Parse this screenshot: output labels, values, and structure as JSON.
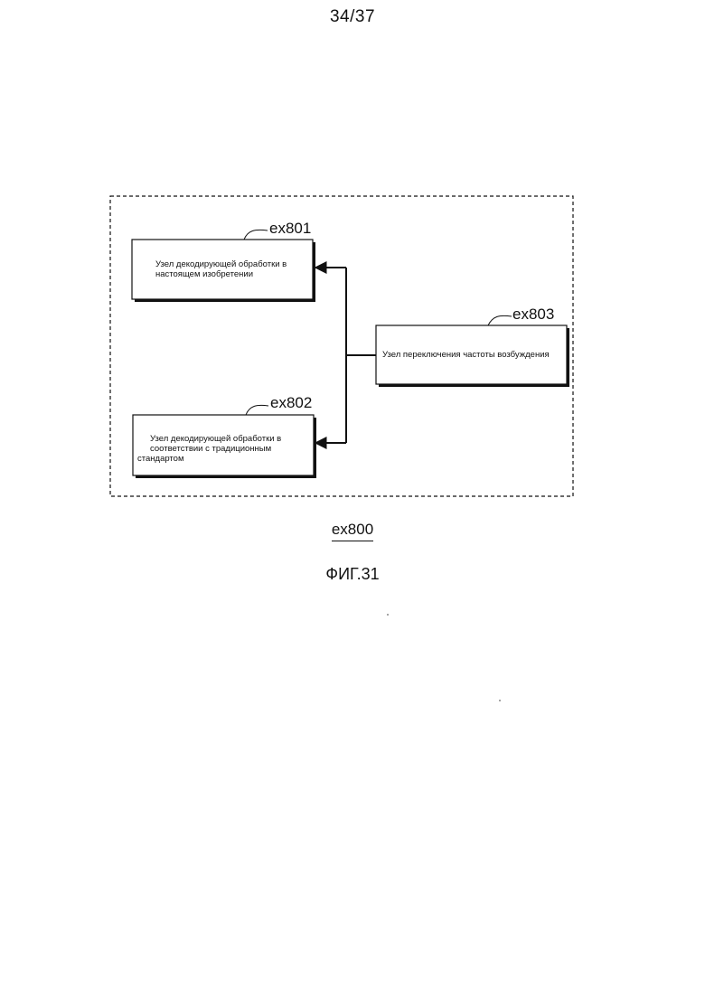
{
  "page_number": "34/37",
  "blocks": {
    "ex801": {
      "ref": "ex801",
      "line1": "Узел декодирующей обработки в",
      "line2": "настоящем изобретении"
    },
    "ex802": {
      "ref": "ex802",
      "line1": "Узел декодирующей обработки в",
      "line2": "соответствии с традиционным",
      "line3": "стандартом"
    },
    "ex803": {
      "ref": "ex803",
      "line1": "Узел переключения частоты возбуждения"
    }
  },
  "system_label": "ex800",
  "figure_caption": "ФИГ.31"
}
